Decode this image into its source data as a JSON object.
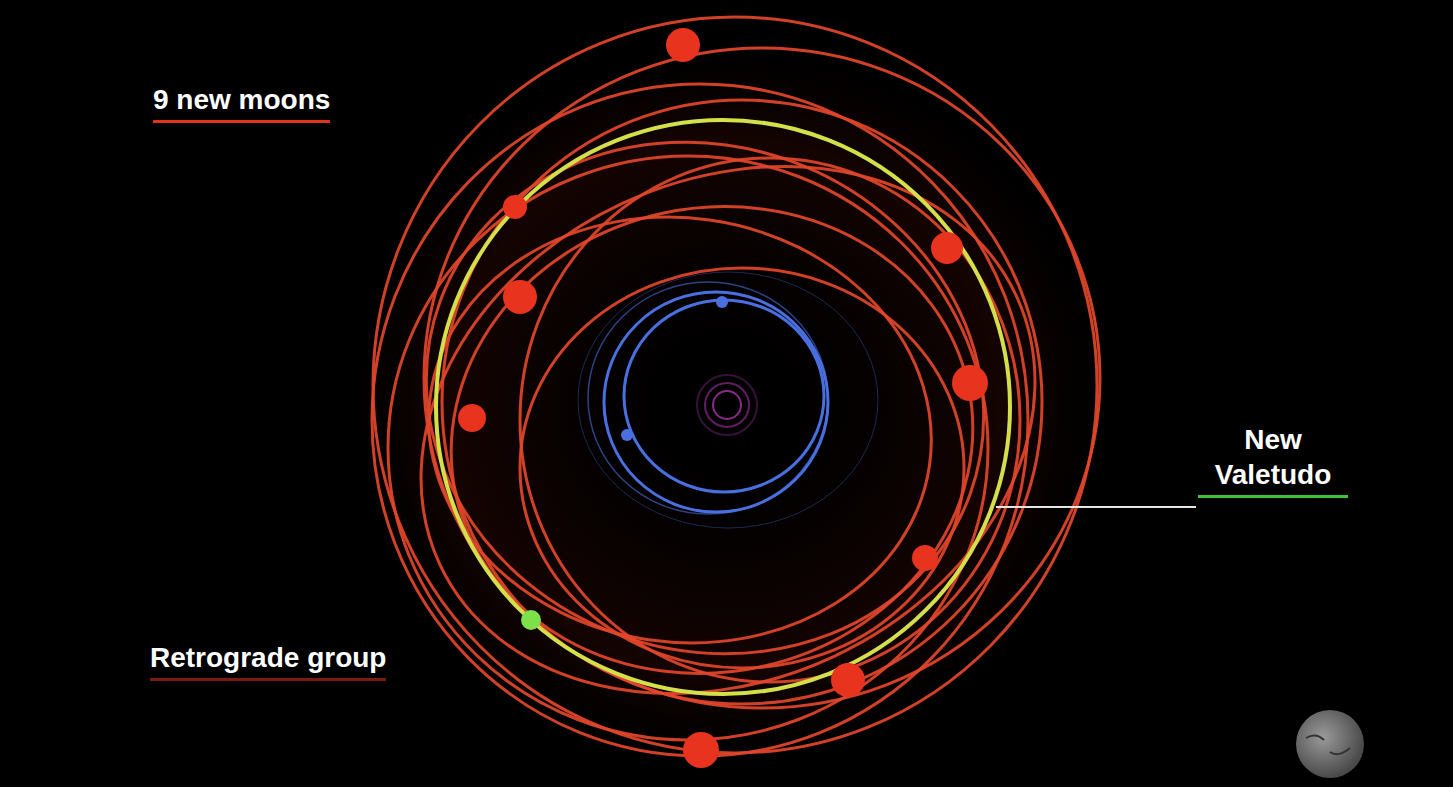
{
  "diagram": {
    "labels": [
      "9 new moons",
      "Retrograde group",
      "New Valetudo"
    ]
  }
}
